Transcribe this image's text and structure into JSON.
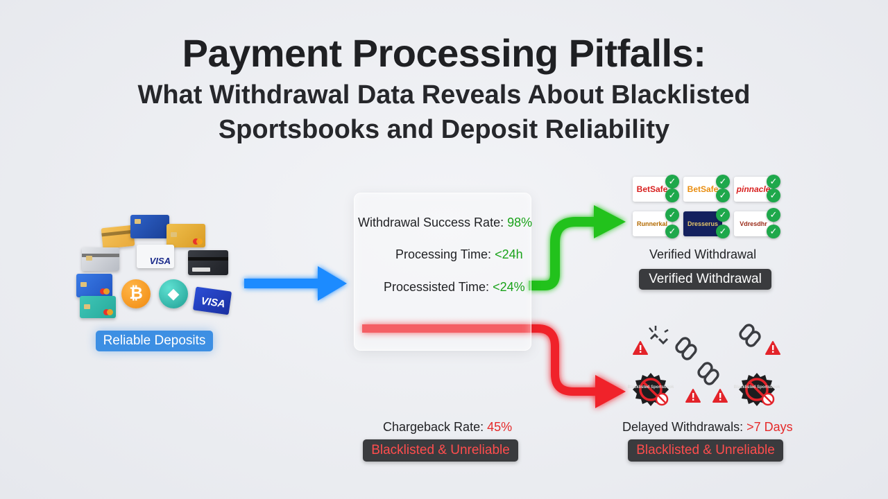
{
  "title": "Payment Processing Pitfalls:",
  "subtitle_line1": "What Withdrawal Data Reveals About Blacklisted",
  "subtitle_line2": "Sportsbooks and Deposit Reliability",
  "deposits": {
    "label": "Reliable Deposits",
    "items": [
      {
        "icon": "credit-card-icon",
        "brand": "VISA"
      },
      {
        "icon": "credit-card-icon",
        "brand": "VISA"
      },
      {
        "icon": "bitcoin-icon",
        "symbol": "₿"
      },
      {
        "icon": "ethereum-icon",
        "symbol": "◆"
      }
    ]
  },
  "stats": {
    "withdrawal_label": "Withdrawal Success Rate:",
    "withdrawal_value": "98%",
    "processing_label": "Processing Time:",
    "processing_value": "<24h",
    "processisted_label": "Processisted Time:",
    "processisted_value": "<24%"
  },
  "verified": {
    "logos": [
      "BetSafe",
      "BetSafe",
      "pinnacle",
      "Runnerkal",
      "Dresserus",
      "Vdresdhr"
    ],
    "caption": "Verified Withdrawal",
    "badge": "Verified Withdrawal"
  },
  "blacklisted": {
    "chargeback_label": "Chargeback Rate:",
    "chargeback_value": "45%",
    "left_badge": "Blacklisted & Unreliable",
    "delayed_label": "Delayed Withdrawals:",
    "delayed_value": ">7 Days",
    "right_badge": "Blacklisted & Unreliable",
    "seal_text": "Blacklisted Sportsbook",
    "icons": [
      "warning-icon",
      "broken-link-icon",
      "blacklist-seal-icon"
    ]
  },
  "colors": {
    "success": "#1aa21a",
    "danger": "#e52a2a",
    "flow_blue": "#1e8bff",
    "flow_green": "#22c21a",
    "flow_red": "#f0202a",
    "deposit_badge": "#3d8fe3",
    "dark_badge": "#3a3b3e"
  }
}
